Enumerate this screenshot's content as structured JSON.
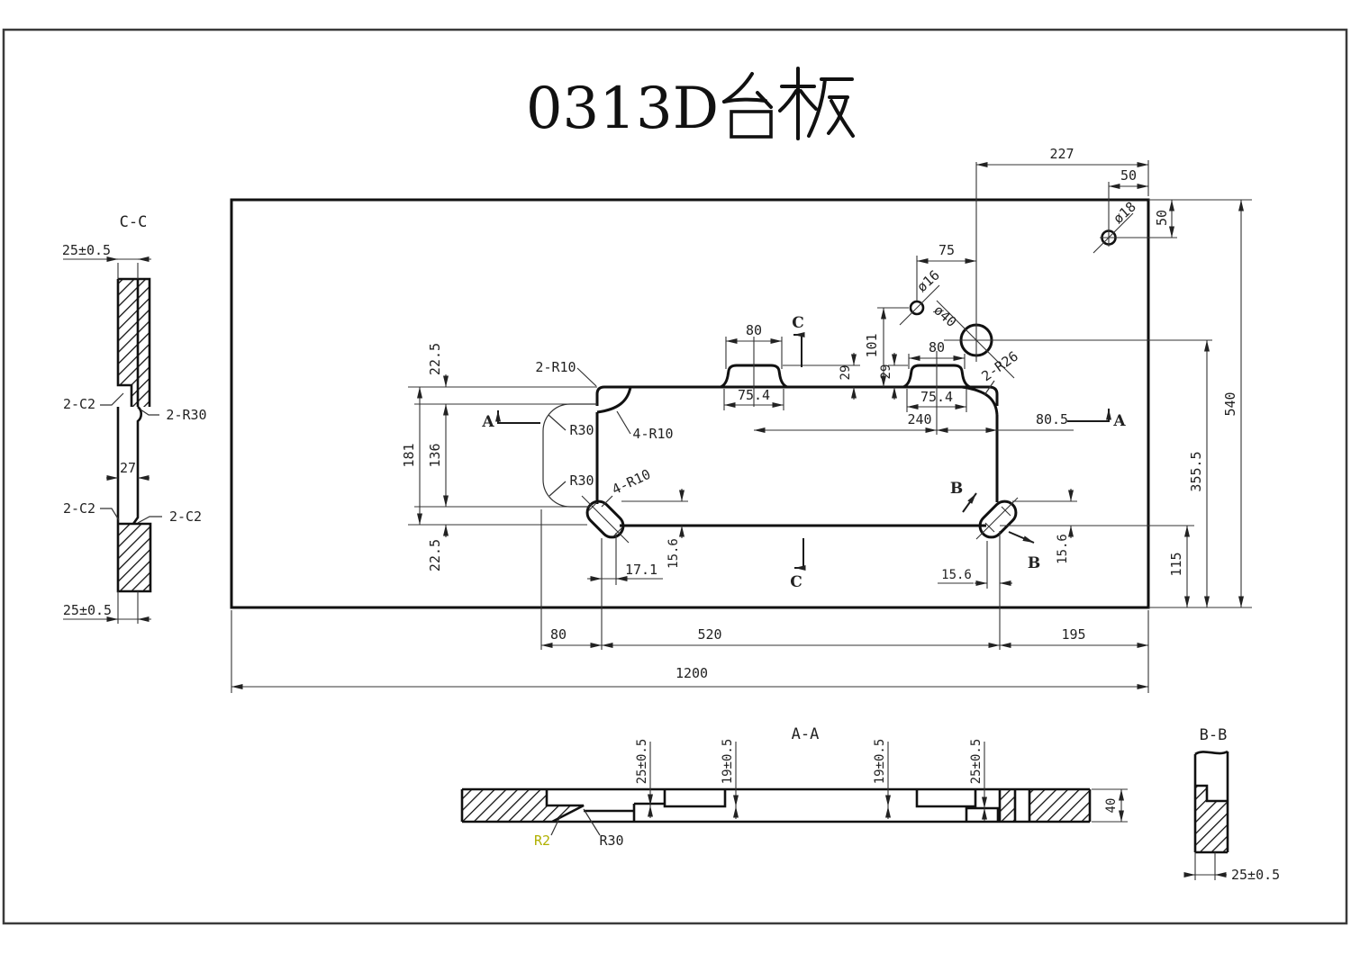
{
  "title": {
    "full": "0313D台板",
    "latin": "0313D"
  },
  "colors": {
    "line": "#111111",
    "dim_text": "#222222",
    "r2_accent": "#b0b000",
    "frame": "#3a3a3a",
    "bg": "#ffffff"
  },
  "views": {
    "plan": {
      "dims": {
        "w227": "227",
        "h50_top": "50",
        "d18": "ø18",
        "v50_right": "50",
        "v540": "540",
        "v355_5": "355.5",
        "v115": "115",
        "w75": "75",
        "d16": "ø16",
        "d40": "ø40",
        "v101": "101",
        "tab_l_top": "80",
        "tab_l_base": "75.4",
        "tab_l_h": "29",
        "tab_r_top": "80",
        "tab_r_base": "75.4",
        "tab_r_h": "29",
        "w240": "240",
        "w80_5": "80.5",
        "r26": "2-R26",
        "r10_corners": "2-R10",
        "r30_top": "R30",
        "r10_top": "4-R10",
        "r30_bot": "R30",
        "r10_slot": "4-R10",
        "v22_5_top": "22.5",
        "v181": "181",
        "v136": "136",
        "v22_5_bot": "22.5",
        "w17_1": "17.1",
        "slot_l_15_6": "15.6",
        "slot_r_15_6_h": "15.6",
        "slot_r_15_6_v": "15.6",
        "w80_bot": "80",
        "w520": "520",
        "w195": "195",
        "w1200": "1200"
      },
      "section_marks": {
        "a_left": "A",
        "a_right": "A",
        "b_upper": "B",
        "b_lower": "B",
        "c_top": "C",
        "c_bottom": "C"
      }
    },
    "section_cc": {
      "title": "C-C",
      "dims": {
        "t25": "25±0.5",
        "c2_top_left": "2-C2",
        "r30": "2-R30",
        "w27": "27",
        "c2_bot_left": "2-C2",
        "c2_bot_right": "2-C2",
        "b25": "25±0.5"
      }
    },
    "section_aa": {
      "title": "A-A",
      "dims": {
        "d25_1": "25±0.5",
        "d19_1": "19±0.5",
        "d19_2": "19±0.5",
        "d25_2": "25±0.5",
        "t40": "40",
        "r2": "R2",
        "r30": "R30"
      }
    },
    "section_bb": {
      "title": "B-B",
      "dims": {
        "b25": "25±0.5"
      }
    }
  }
}
